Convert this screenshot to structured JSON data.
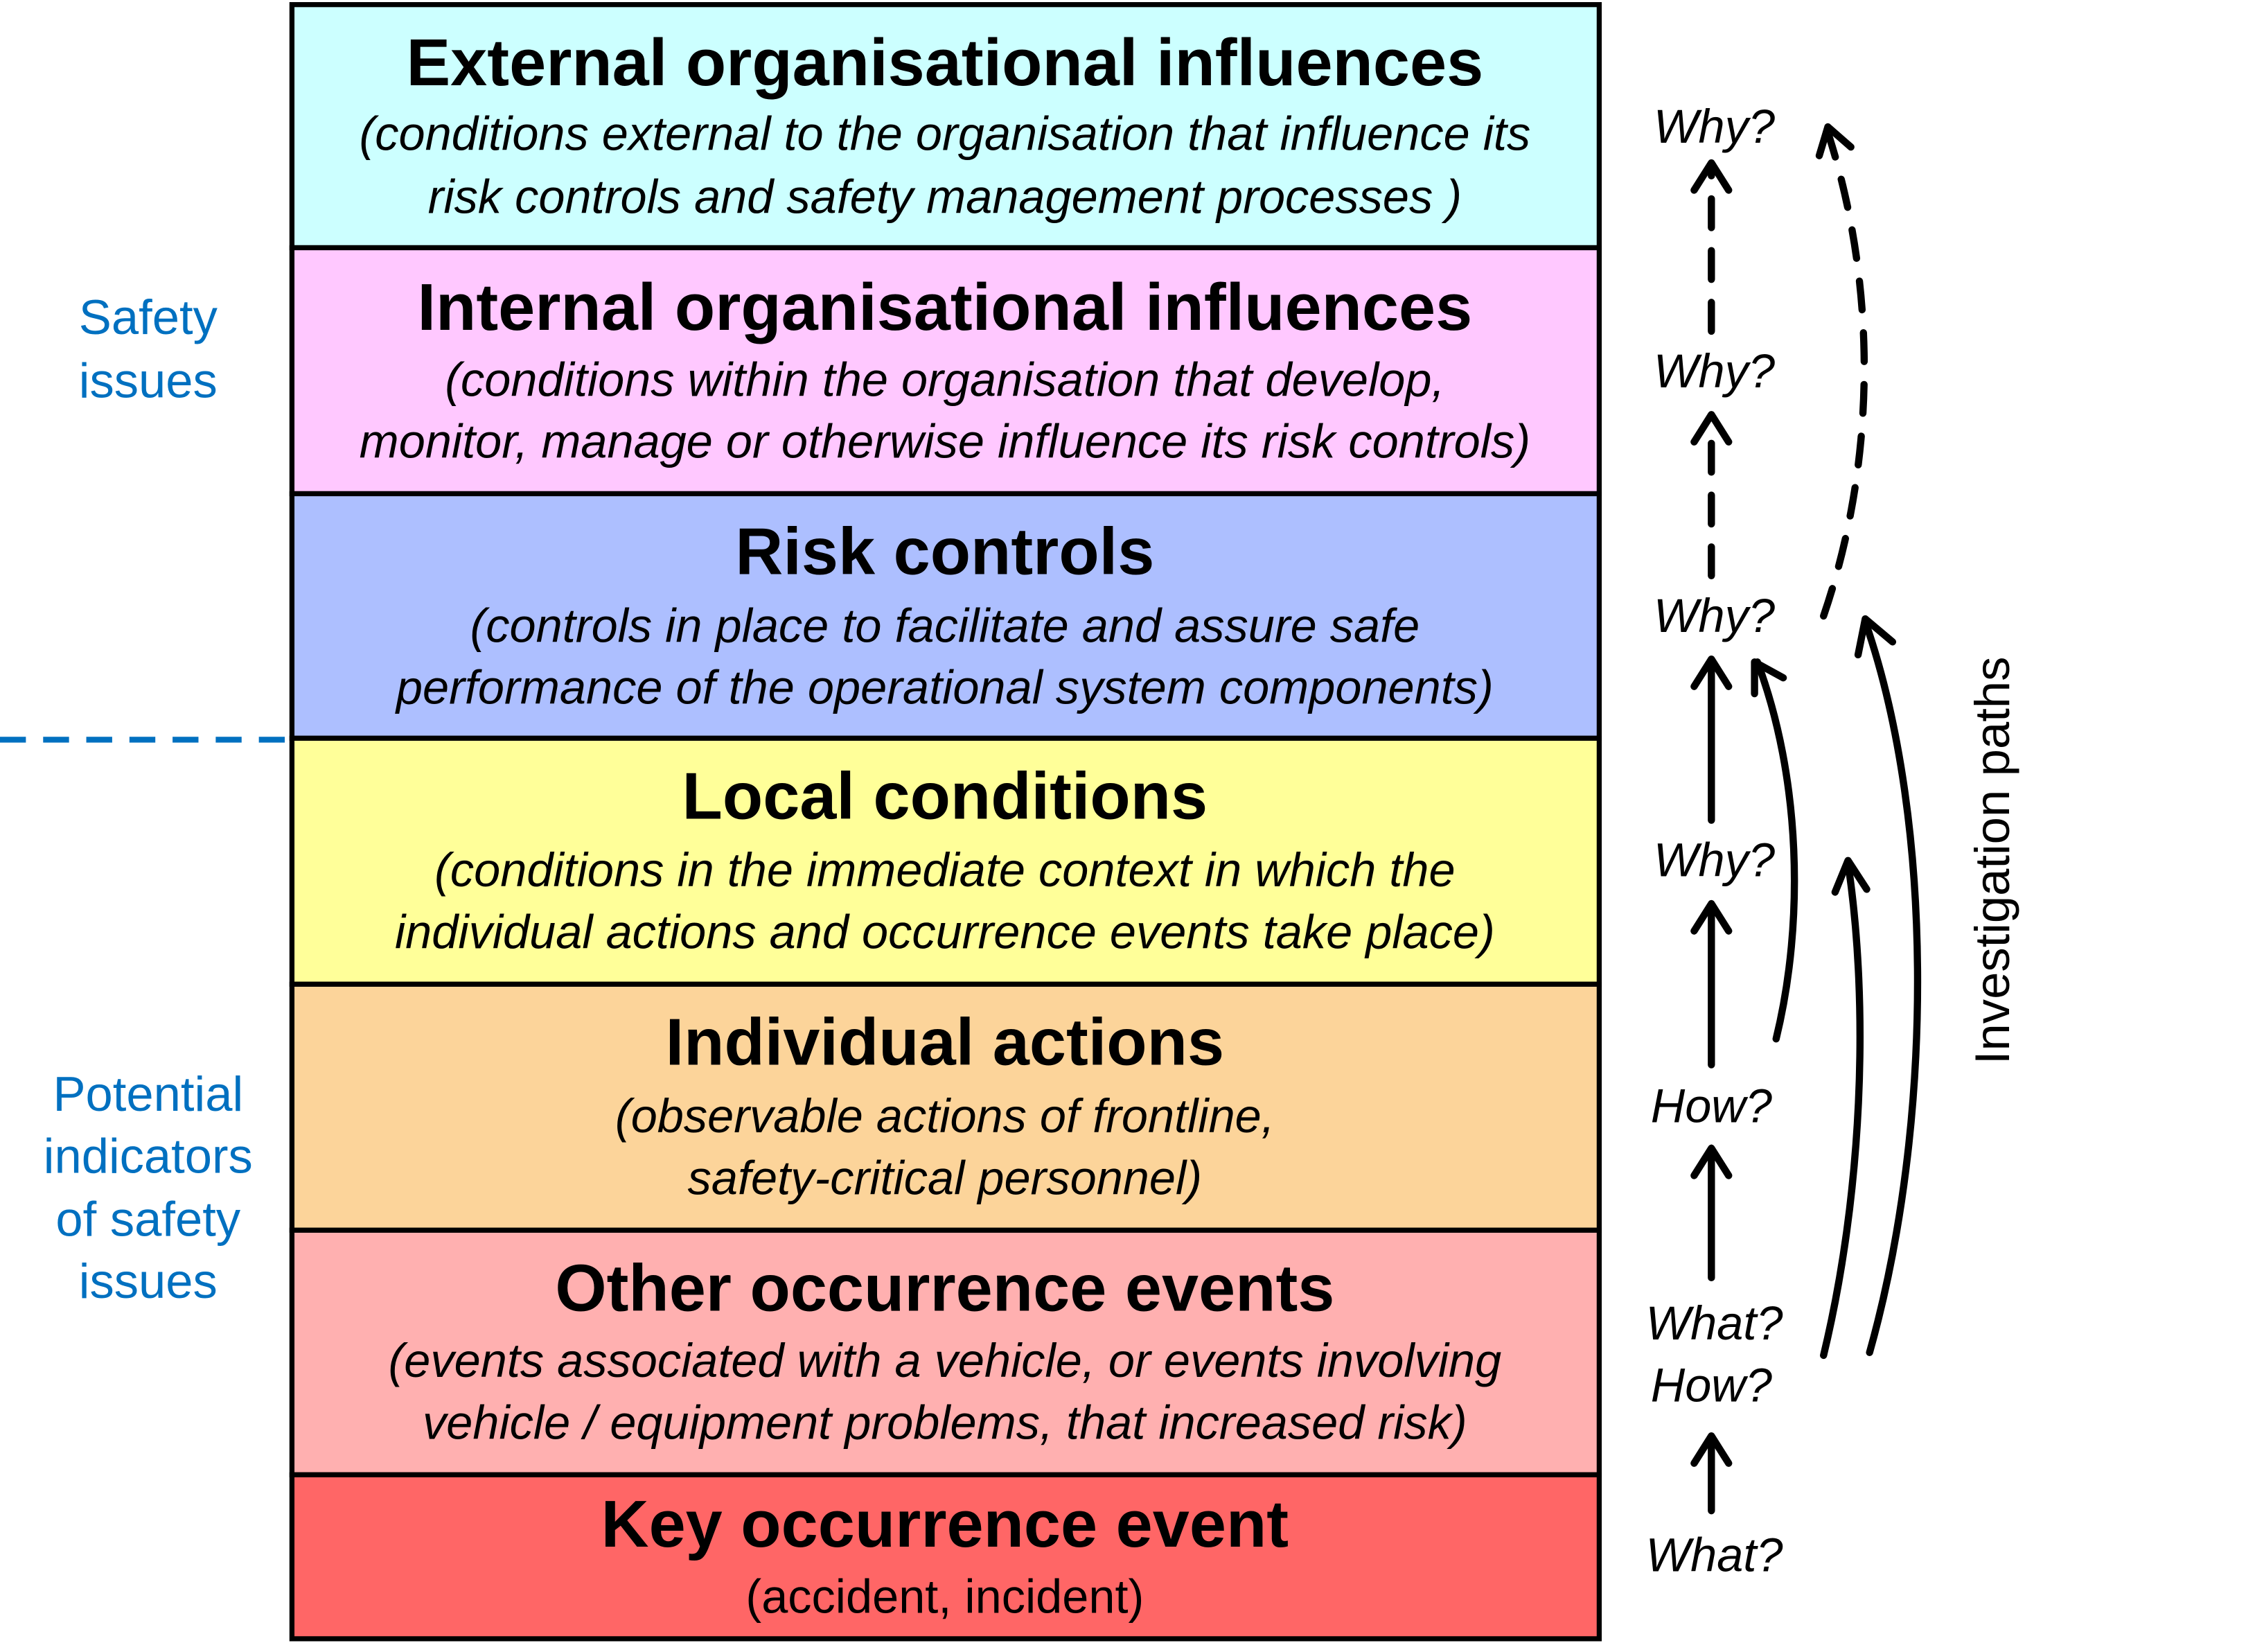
{
  "layers": [
    {
      "title": "External organisational influences",
      "lines": [
        "(conditions external to the organisation that influence its",
        "risk controls and safety management processes )"
      ],
      "color": "#CCFFFF"
    },
    {
      "title": "Internal organisational influences",
      "lines": [
        "(conditions within the organisation that develop,",
        "monitor, manage or otherwise influence its risk controls)"
      ],
      "color": "#FFC8FF"
    },
    {
      "title": "Risk controls",
      "lines": [
        "(controls in place to facilitate and assure safe",
        "performance of the operational system components)"
      ],
      "color": "#ADBFFF"
    },
    {
      "title": "Local conditions",
      "lines": [
        "(conditions in the immediate context in which the",
        "individual actions and occurrence events take place)"
      ],
      "color": "#FFFF99"
    },
    {
      "title": "Individual actions",
      "lines": [
        "(observable actions of frontline,",
        "safety-critical personnel)"
      ],
      "color": "#FCD49A"
    },
    {
      "title": "Other occurrence events",
      "lines": [
        "(events associated with a vehicle, or events involving",
        "vehicle / equipment problems, that increased risk)"
      ],
      "color": "#FFB0B0"
    },
    {
      "title": "Key occurrence event",
      "lines": [
        "(accident, incident)"
      ],
      "color": "#FF6666"
    }
  ],
  "side_labels": {
    "safety_issues": [
      "Safety",
      "issues"
    ],
    "potential_indicators": [
      "Potential",
      "indicators",
      "of safety",
      "issues"
    ],
    "color": "#0070C0"
  },
  "questions": [
    "Why?",
    "Why?",
    "Why?",
    "Why?",
    "How?",
    "What?",
    "How?",
    "What?"
  ],
  "investigation_label": "Investigation paths"
}
